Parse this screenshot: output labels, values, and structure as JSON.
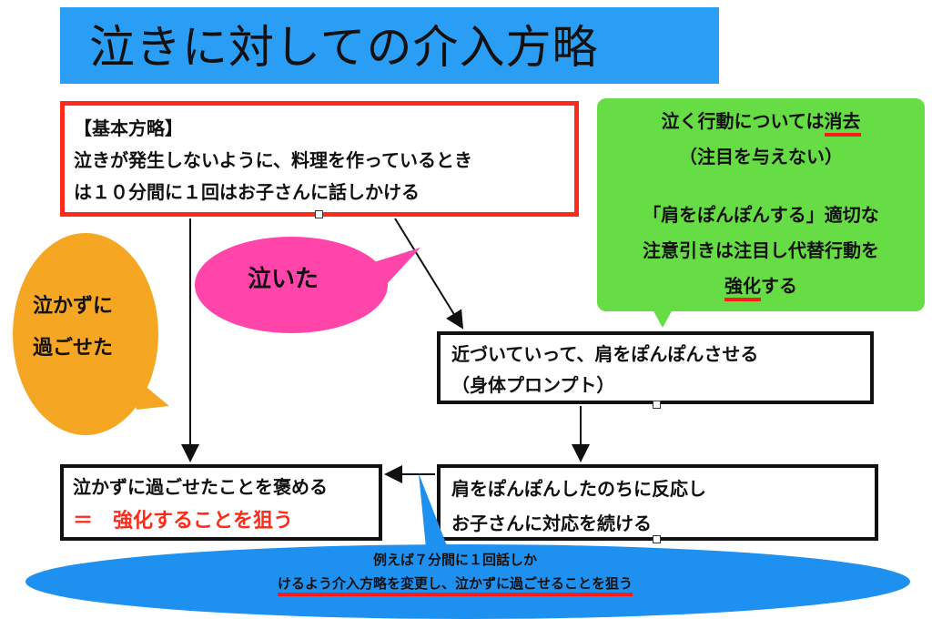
{
  "title": "泣きに対しての介入方略",
  "strategy": {
    "heading": "【基本方略】",
    "line1": "泣きが発生しないように、料理を作っているとき",
    "line2": "は１０分間に１回はお子さんに話しかける"
  },
  "extinction_note": {
    "line1_pre": "泣く行動については",
    "line1_ul": "消去",
    "line2": "（注目を与えない）",
    "line3": "「肩をぽんぽんする」適切な",
    "line4": "注意引きは注目し代替行動を",
    "line5_ul": "強化",
    "line5_post": "する"
  },
  "cried_label": "泣いた",
  "not_cried": {
    "line1": "泣かずに",
    "line2": "過ごせた"
  },
  "prompt_box": {
    "line1": "近づいていって、肩をぽんぽんさせる",
    "line2": "（身体プロンプト）"
  },
  "response_box": {
    "line1": "肩をぽんぽんしたのちに反応し",
    "line2": "お子さんに対応を続ける"
  },
  "praise_box": {
    "line1": "泣かずに過ごせたことを褒める",
    "line2": "＝　強化することを狙う"
  },
  "example": {
    "line1": "例えば７分間に１回話しか",
    "line2": "けるよう介入方略を変更し、泣かずに過ごせることを狙う"
  },
  "colors": {
    "title_bg": "#2a9df4",
    "strategy_border": "#ff2a1a",
    "green": "#66dd44",
    "pink": "#ff44aa",
    "orange": "#f5a623",
    "blue": "#1e90f0",
    "underline": "#ff1a1a"
  }
}
